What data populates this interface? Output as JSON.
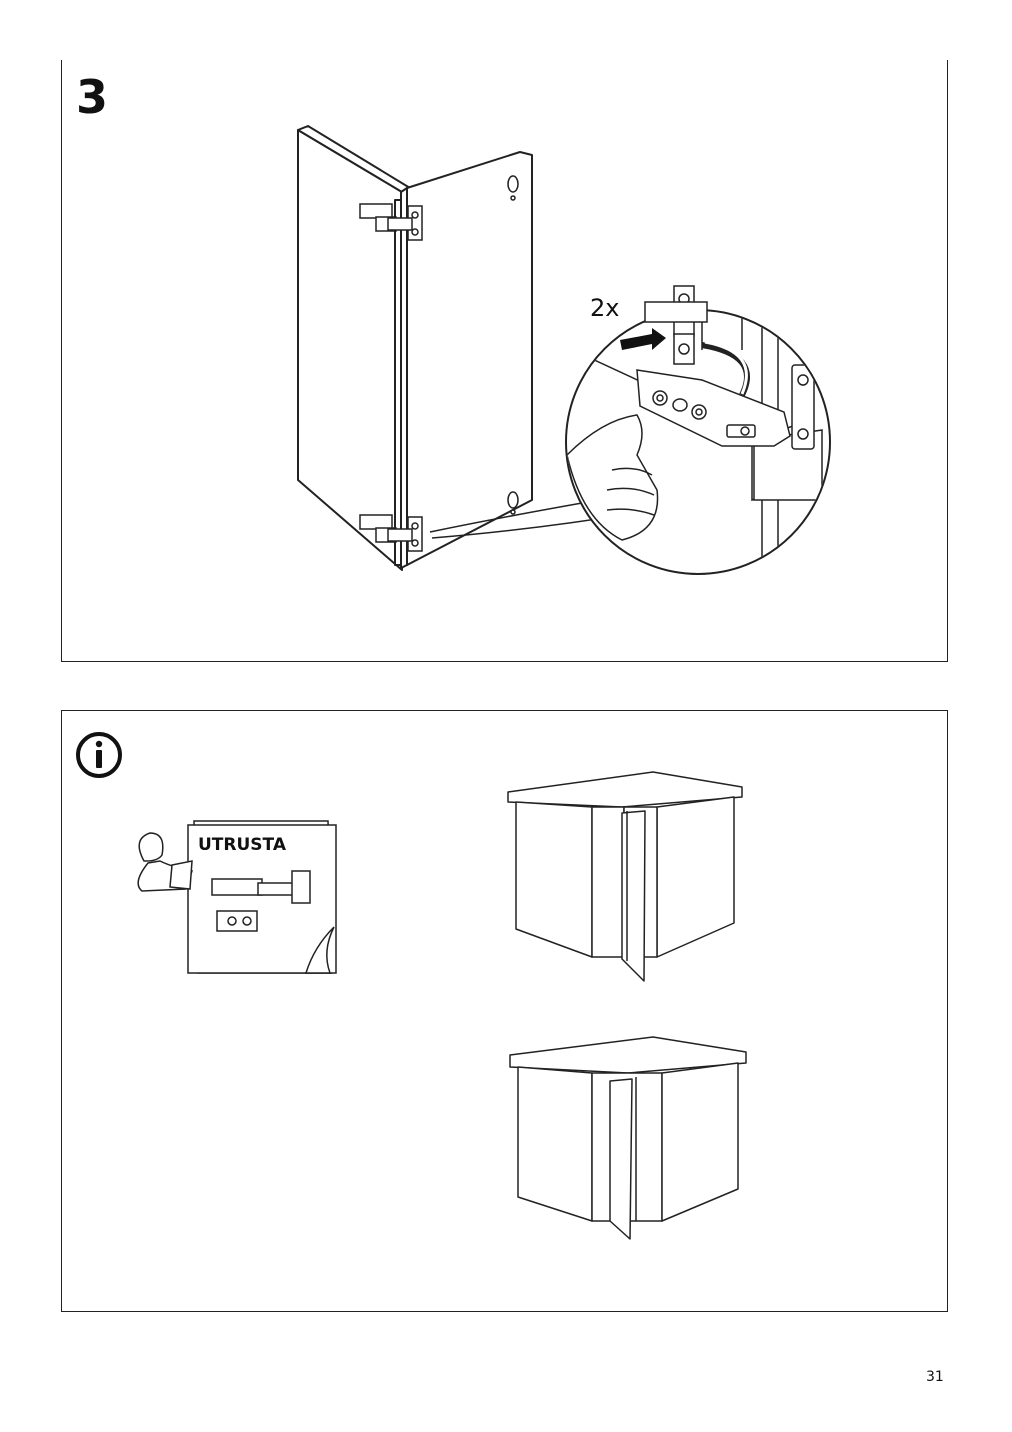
{
  "step": {
    "number": "3",
    "quantity": "2x"
  },
  "info": {
    "manual_title": "UTRUSTA"
  },
  "page": {
    "number": "31"
  }
}
